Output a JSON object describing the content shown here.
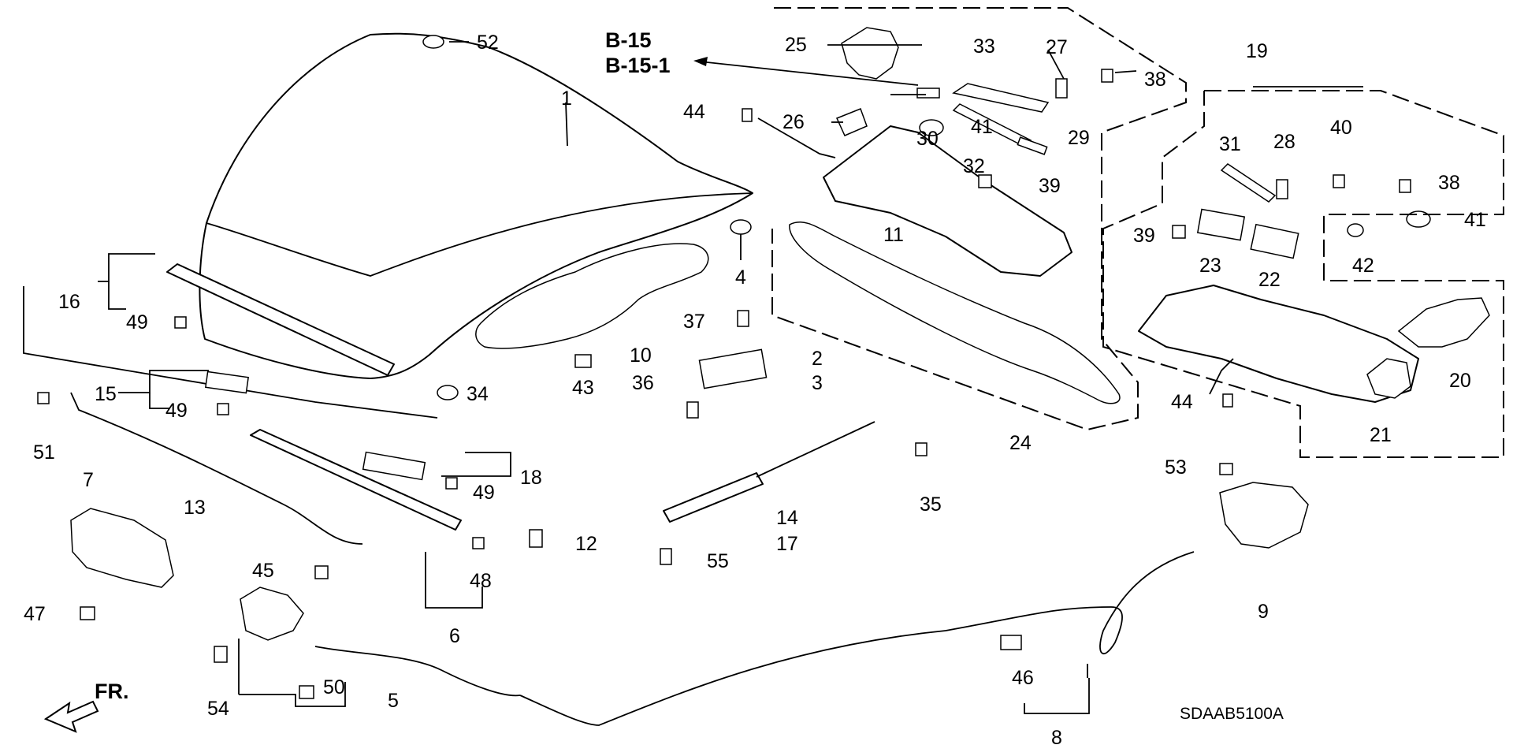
{
  "diagram_code": "SDAAB5100A",
  "direction_label": "FR.",
  "references": [
    "B-15",
    "B-15-1"
  ],
  "callouts": {
    "c1": "1",
    "c2": "2",
    "c3": "3",
    "c4": "4",
    "c5": "5",
    "c6": "6",
    "c7": "7",
    "c8": "8",
    "c9": "9",
    "c10": "10",
    "c11": "11",
    "c12": "12",
    "c13": "13",
    "c14": "14",
    "c15": "15",
    "c16": "16",
    "c17": "17",
    "c18": "18",
    "c19": "19",
    "c20": "20",
    "c21": "21",
    "c22": "22",
    "c23": "23",
    "c24": "24",
    "c25": "25",
    "c26": "26",
    "c27": "27",
    "c28": "28",
    "c29": "29",
    "c30": "30",
    "c31": "31",
    "c32": "32",
    "c33": "33",
    "c34": "34",
    "c35": "35",
    "c36": "36",
    "c37": "37",
    "c38": "38",
    "c39": "39",
    "c40": "40",
    "c41": "41",
    "c42": "42",
    "c43": "43",
    "c44": "44",
    "c45": "45",
    "c46": "46",
    "c47": "47",
    "c48": "48",
    "c49": "49",
    "c50": "50",
    "c51": "51",
    "c52": "52",
    "c53": "53",
    "c54": "54",
    "c55": "55"
  }
}
